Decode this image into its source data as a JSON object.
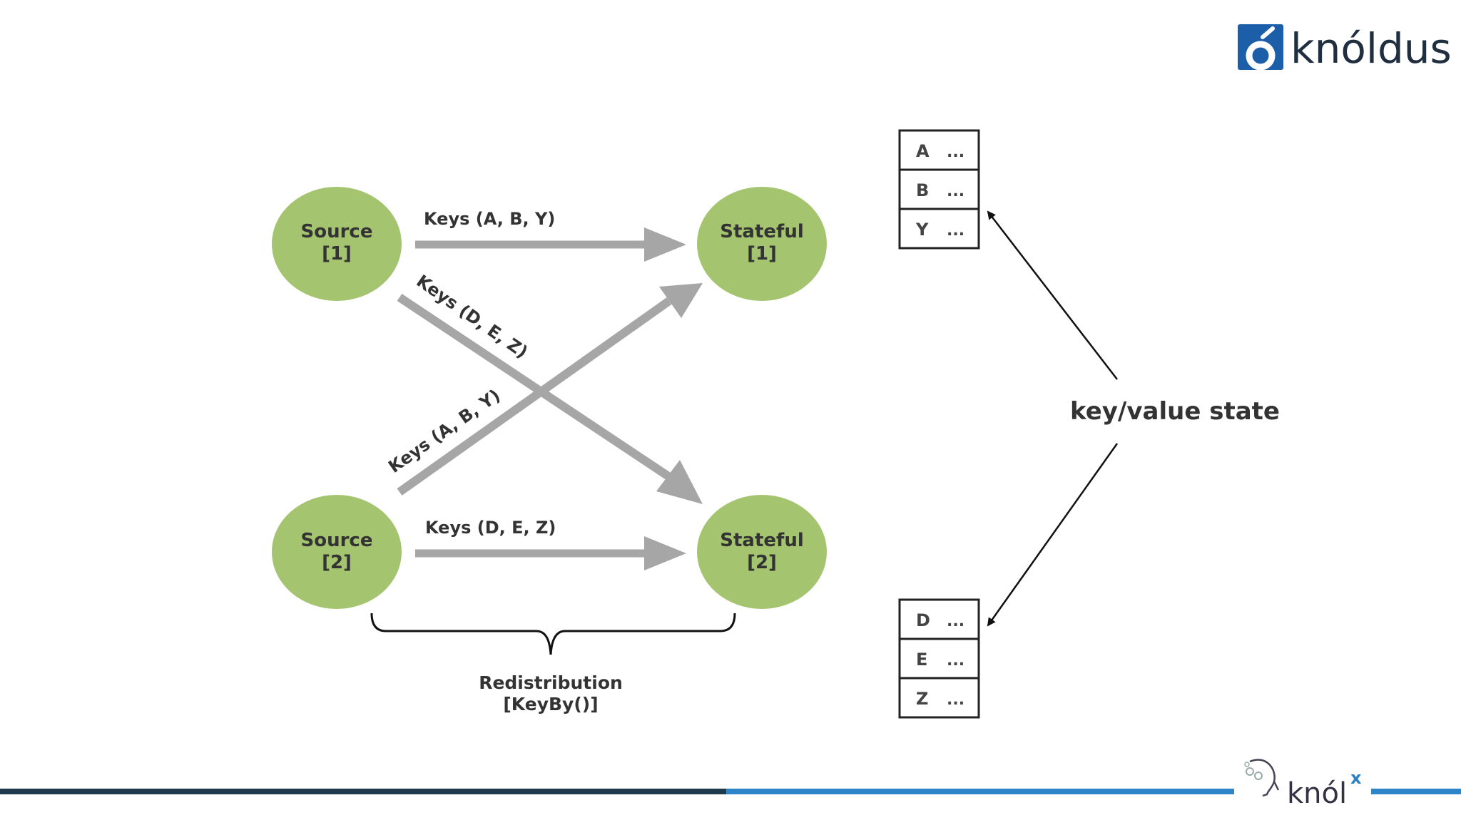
{
  "brand": {
    "logo_text": "knóldus",
    "footer_logo_text": "knól",
    "footer_logo_sup": "x"
  },
  "nodes": {
    "source1": [
      "Source",
      "[1]"
    ],
    "source2": [
      "Source",
      "[2]"
    ],
    "stateful1": [
      "Stateful",
      "[1]"
    ],
    "stateful2": [
      "Stateful",
      "[2]"
    ]
  },
  "edges": {
    "s1_to_st1": "Keys (A, B, Y)",
    "s1_to_st2": "Keys (D, E, Z)",
    "s2_to_st1": "Keys (A, B, Y)",
    "s2_to_st2": "Keys (D, E, Z)"
  },
  "redistribution": [
    "Redistribution",
    "[KeyBy()]"
  ],
  "state_label": "key/value state",
  "state_table_1": [
    {
      "key": "A",
      "value": "..."
    },
    {
      "key": "B",
      "value": "..."
    },
    {
      "key": "Y",
      "value": "..."
    }
  ],
  "state_table_2": [
    {
      "key": "D",
      "value": "..."
    },
    {
      "key": "E",
      "value": "..."
    },
    {
      "key": "Z",
      "value": "..."
    }
  ],
  "colors": {
    "node_fill": "#a5c46f",
    "arrow_gray": "#a6a6a6",
    "footer_dark": "#1e3a4c",
    "footer_light": "#2e86c8",
    "logo_blue": "#1d5ea8"
  }
}
